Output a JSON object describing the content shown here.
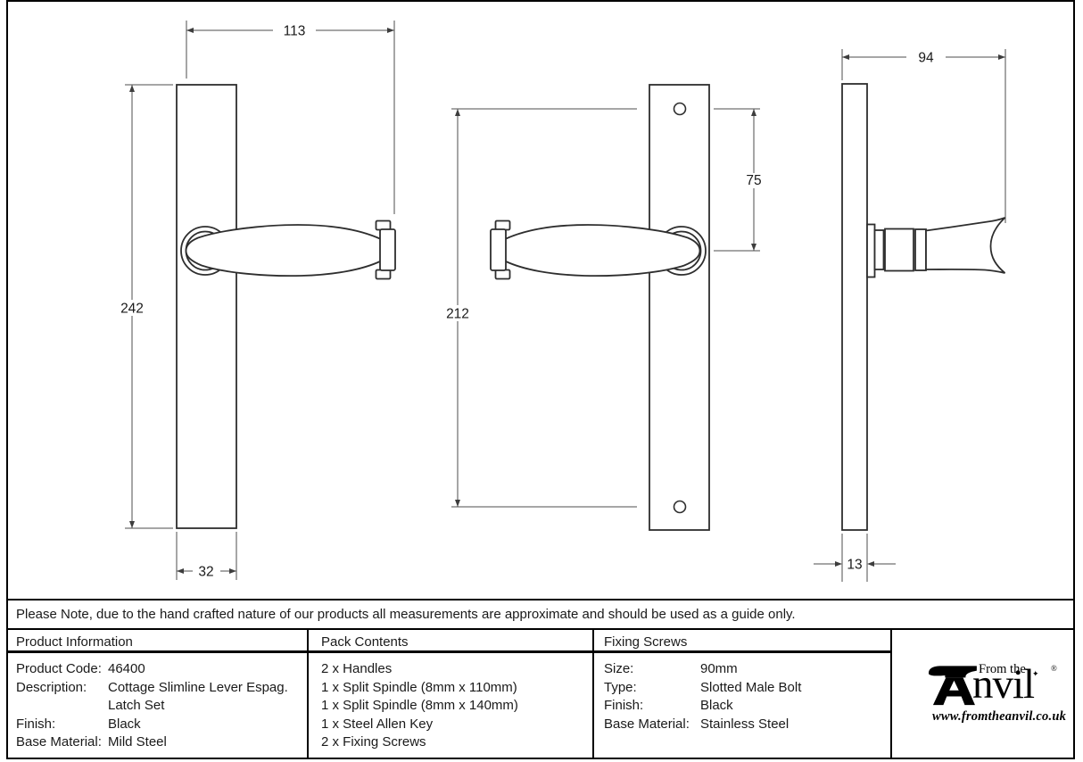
{
  "note": "Please Note, due to the hand crafted nature of our products all measurements are approximate and should be used as a guide only.",
  "drawings": {
    "front_view": {
      "overall_width": "113",
      "plate_height": "242",
      "plate_width": "32"
    },
    "front_view_screws": {
      "hole_to_handle": "75",
      "hole_spacing": "212"
    },
    "side_view": {
      "projection": "94",
      "plate_thickness": "13"
    }
  },
  "table": {
    "product_information": {
      "header": "Product Information",
      "rows": [
        {
          "label": "Product Code:",
          "value": "46400"
        },
        {
          "label": "Description:",
          "value": "Cottage Slimline Lever Espag."
        },
        {
          "label": "",
          "value": "Latch Set"
        },
        {
          "label": "Finish:",
          "value": "Black"
        },
        {
          "label": "Base Material:",
          "value": "Mild Steel"
        }
      ]
    },
    "pack_contents": {
      "header": "Pack Contents",
      "items": [
        "2 x Handles",
        "1 x Split Spindle (8mm x 110mm)",
        "1 x Split Spindle (8mm x 140mm)",
        "1 x Steel Allen Key",
        "2 x Fixing Screws"
      ]
    },
    "fixing_screws": {
      "header": "Fixing Screws",
      "rows": [
        {
          "label": "Size:",
          "value": "90mm"
        },
        {
          "label": "Type:",
          "value": "Slotted Male Bolt"
        },
        {
          "label": "Finish:",
          "value": "Black"
        },
        {
          "label": "Base Material:",
          "value": "Stainless Steel"
        }
      ]
    }
  },
  "logo": {
    "prefix": "From the",
    "name_rest": "nvil",
    "diamond": "✦",
    "registered": "®",
    "url": "www.fromtheanvil.co.uk"
  },
  "colors": {
    "ink": "#1a1a1a",
    "outline": "#2e2e2e",
    "dimension": "#4d4d4d"
  }
}
